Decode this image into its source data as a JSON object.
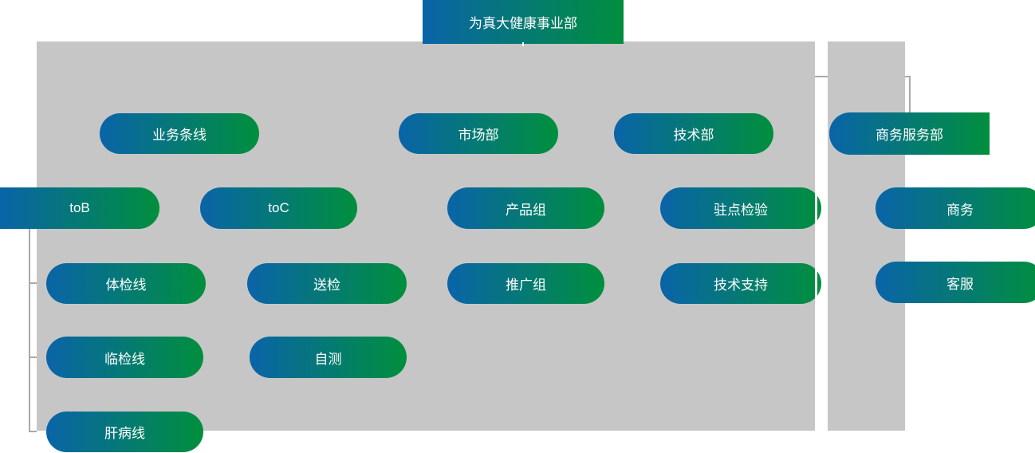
{
  "colors": {
    "gradient_blue": "#0A64A8",
    "gradient_green": "#008F3D",
    "panel_gray": "#C6C6C6",
    "connector_gray": "#A9A9A9",
    "node_text": "#FFFFFF"
  },
  "org": {
    "root": {
      "label": "为真大健康事业部"
    },
    "branches": [
      {
        "label": "业务条线",
        "children": [
          {
            "label": "toB",
            "children": [
              {
                "label": "体检线"
              },
              {
                "label": "临检线"
              },
              {
                "label": "肝病线"
              }
            ]
          },
          {
            "label": "toC",
            "children": [
              {
                "label": "送检"
              },
              {
                "label": "自测"
              }
            ]
          }
        ]
      },
      {
        "label": "市场部",
        "children": [
          {
            "label": "产品组"
          },
          {
            "label": "推广组"
          }
        ]
      },
      {
        "label": "技术部",
        "children": [
          {
            "label": "驻点检验"
          },
          {
            "label": "技术支持"
          }
        ]
      },
      {
        "label": "商务服务部",
        "children": [
          {
            "label": "商务"
          },
          {
            "label": "客服"
          }
        ]
      }
    ]
  }
}
